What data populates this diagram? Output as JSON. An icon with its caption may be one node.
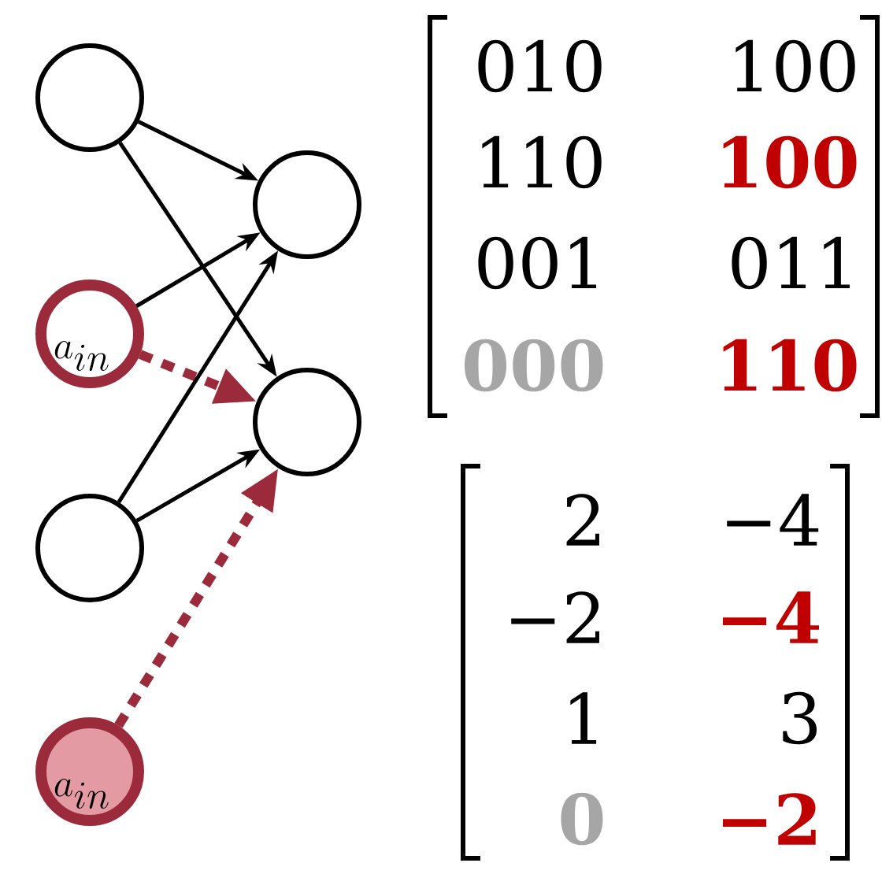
{
  "diagram": {
    "nodes": [
      {
        "text": [],
        "shape": "circle"
      },
      {
        "text": [
          "a_{in}"
        ]
      },
      {
        "text": [],
        "shape": "circle"
      },
      {
        "text": [
          "a_{in}"
        ]
      },
      {
        "text": [],
        "shape": "circle"
      },
      {
        "text": [],
        "shape": "circle"
      }
    ],
    "edges": [
      {
        "from": 0,
        "to": 4,
        "arrow": "to"
      },
      {
        "from": 0,
        "to": 5,
        "arrow": "to"
      },
      {
        "from": 1,
        "to": 4,
        "arrow": "to"
      },
      {
        "from": 1,
        "to": 5,
        "arrow": "to",
        "style": "dashed",
        "color": "#9b2a3a"
      },
      {
        "from": 2,
        "to": 4,
        "arrow": "to"
      },
      {
        "from": 2,
        "to": 5,
        "arrow": "to"
      },
      {
        "from": 3,
        "to": 5,
        "arrow": "to",
        "style": "dashed",
        "color": "#9b2a3a"
      }
    ],
    "labels": [
      "010",
      "100",
      "110",
      "100",
      "001",
      "011",
      "000",
      "110",
      "2",
      "−4",
      "−2",
      "−4",
      "1",
      "3",
      "0",
      "−2"
    ]
  }
}
